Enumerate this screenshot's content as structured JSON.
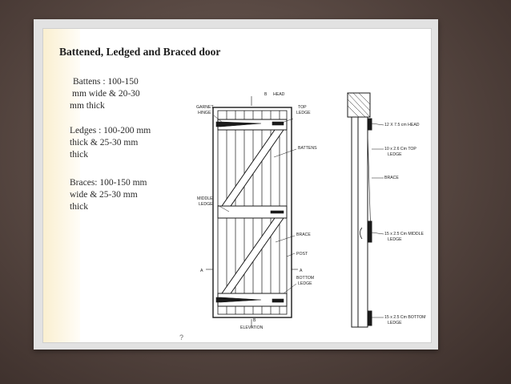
{
  "slide": {
    "title": "Battened, Ledged and Braced door",
    "battens": [
      "Battens : 100-150",
      "mm wide & 20-30",
      "mm thick"
    ],
    "ledges": [
      "Ledges : 100-200 mm",
      "thick & 25-30 mm",
      "thick"
    ],
    "braces": [
      "Braces: 100-150 mm",
      "wide & 25-30 mm",
      "thick"
    ],
    "page_mark": "?"
  },
  "diagram": {
    "labels": {
      "b_top": "B",
      "head": "HEAD",
      "garnet_hinge": [
        "GARNET",
        "HINGE"
      ],
      "top_ledge": [
        "TOP",
        "LEDGE"
      ],
      "battens": "BATTENS",
      "middle_ledge": [
        "MIDDLE",
        "LEDGE"
      ],
      "brace": "BRACE",
      "post": "POST",
      "bottom_ledge": [
        "BOTTOM",
        "LEDGE"
      ],
      "a_left": "A",
      "a_right": "A",
      "b_bottom": "B",
      "elevation": "ELEVATION"
    },
    "section_labels": {
      "head": "12 X 7.5 cm HEAD",
      "top_ledge": [
        "10 x 2.6 Cm TOP",
        "LEDGE"
      ],
      "brace": "BRACE",
      "middle_ledge": [
        "15 x 2.5 Cm MIDDLE",
        "LEDGE"
      ],
      "bottom_ledge": [
        "15 x 2.5 Cm BOTTOM",
        "LEDGE"
      ]
    }
  }
}
